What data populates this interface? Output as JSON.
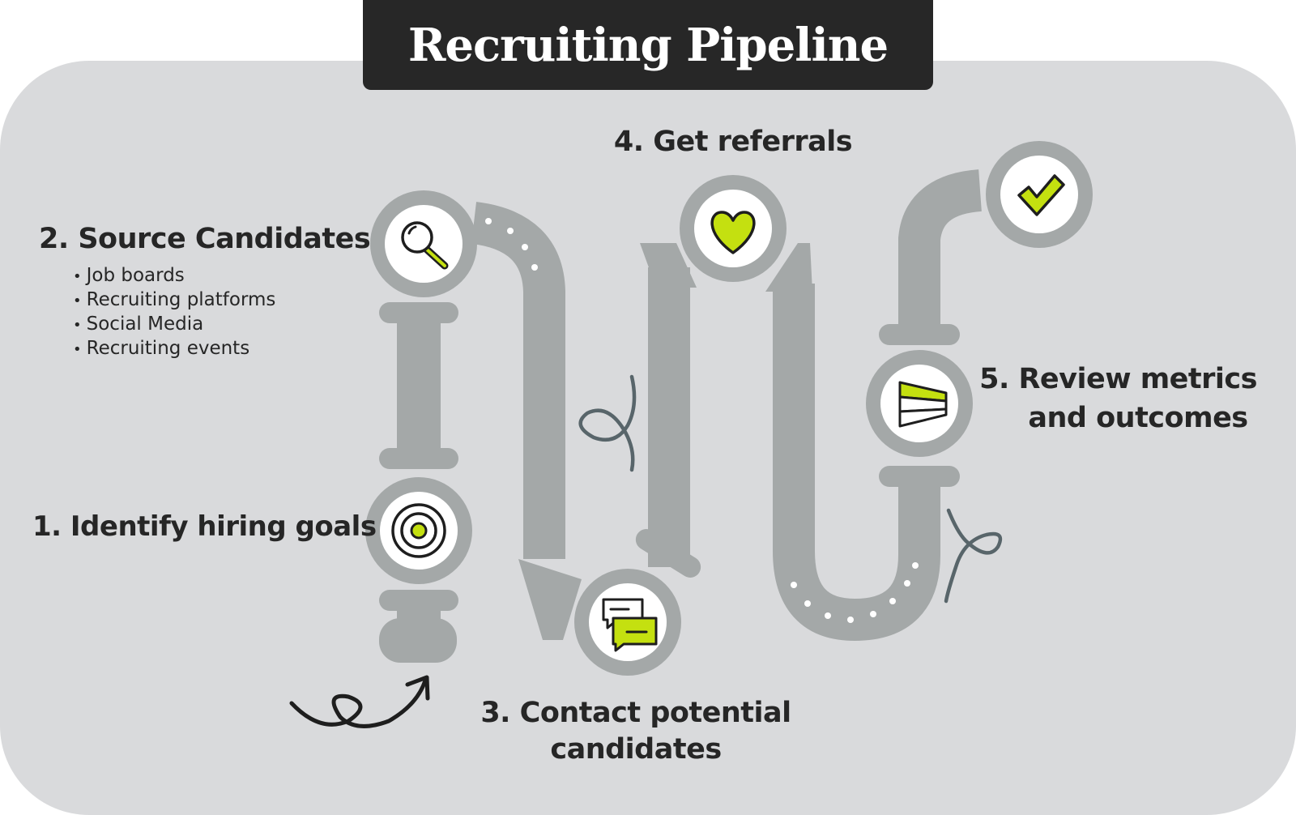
{
  "title": "Recruiting Pipeline",
  "colors": {
    "panel": "#d9dadc",
    "pipe": "#a4a8a8",
    "accent": "#c4e010",
    "dark": "#272727",
    "text": "#262626"
  },
  "steps": [
    {
      "label": "1. Identify hiring goals",
      "icon": "target-icon"
    },
    {
      "label": "2. Source Candidates",
      "icon": "magnifier-icon",
      "bullets": [
        "Job boards",
        "Recruiting platforms",
        "Social Media",
        "Recruiting events"
      ]
    },
    {
      "label_line1": "3. Contact potential",
      "label_line2": "candidates",
      "icon": "chat-bubbles-icon"
    },
    {
      "label": "4. Get referrals",
      "icon": "heart-icon"
    },
    {
      "label_line1": "5. Review metrics",
      "label_line2": "and outcomes",
      "icon": "bar-chart-icon"
    },
    {
      "icon": "checkmark-icon"
    }
  ]
}
